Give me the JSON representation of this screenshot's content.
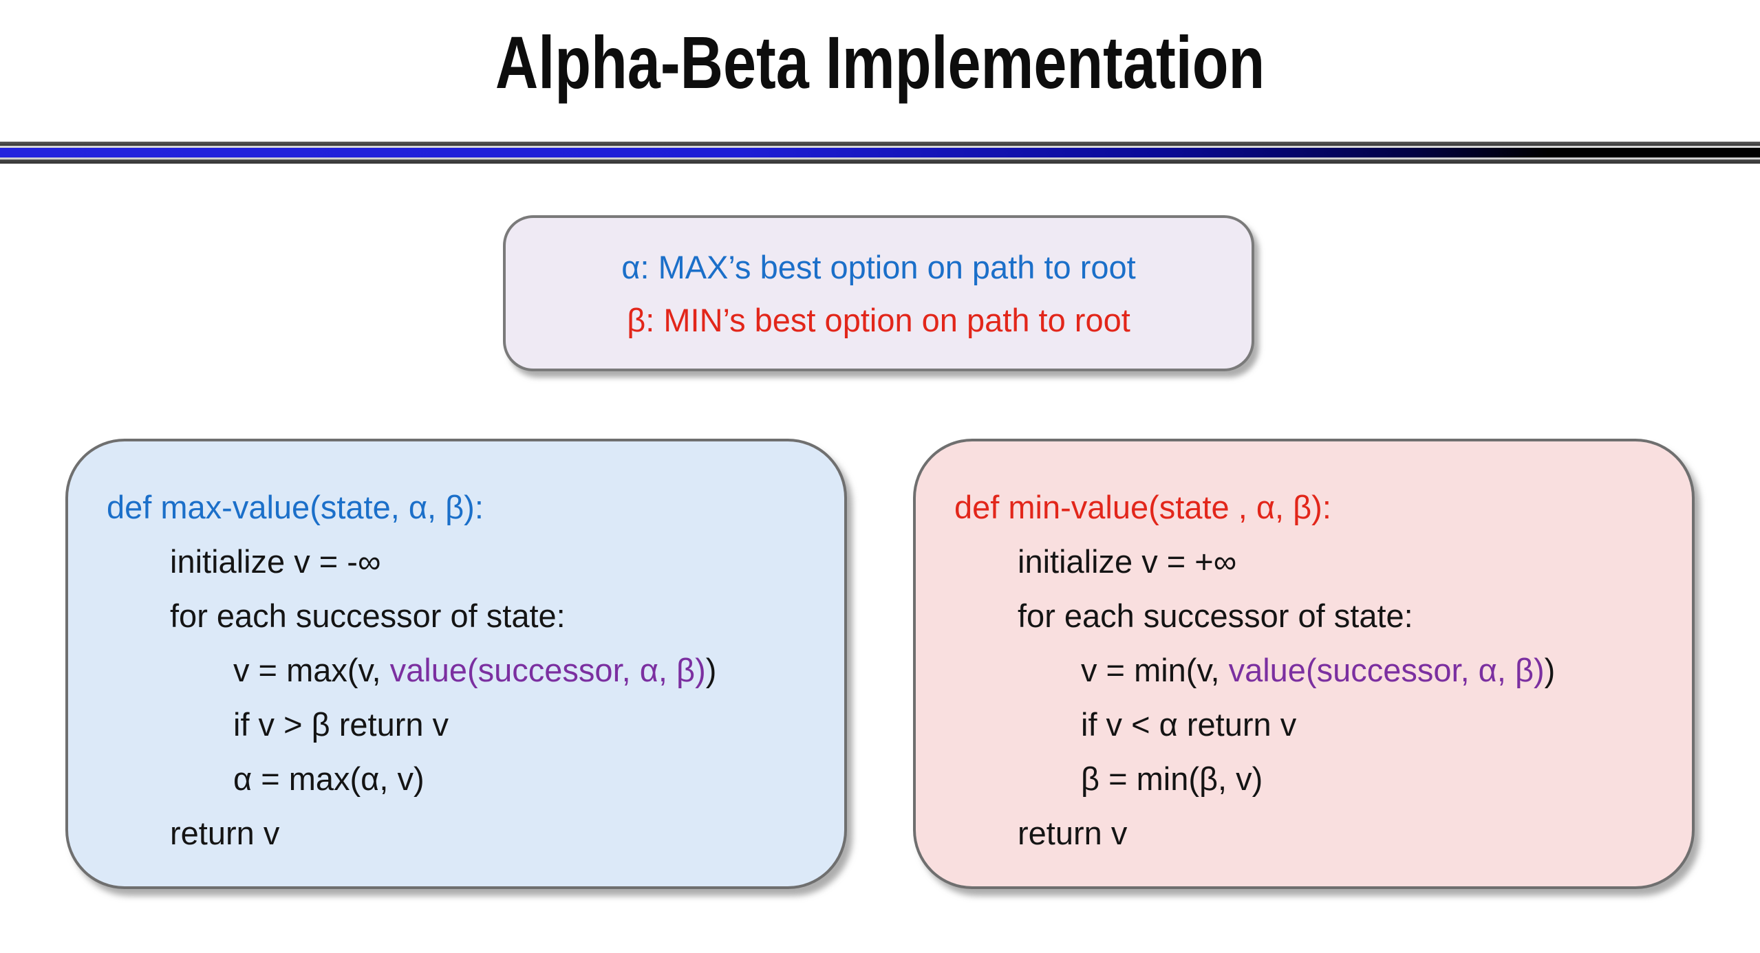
{
  "title": "Alpha-Beta Implementation",
  "colors": {
    "max_accent": "#1b6fc9",
    "min_accent": "#e2261a",
    "value_call_accent": "#7b2fa0",
    "divider_blue": "#2424de",
    "max_box_bg": "#dce9f8",
    "min_box_bg": "#f9dfdf",
    "info_box_bg": "#efeaf4"
  },
  "info_box": {
    "alpha_line": "α: MAX’s best option on path to root",
    "beta_line": "β: MIN’s best option on path to root"
  },
  "max_box": {
    "def_line": "def max-value(state, α, β):",
    "l1": "initialize v = -∞",
    "l2": "for each successor of state:",
    "l3_pre": "v = max(v, ",
    "l3_mid": "value(successor, α, β)",
    "l3_post": ")",
    "l4": "if v > β return v",
    "l5": "α = max(α, v)",
    "l6": "return v"
  },
  "min_box": {
    "def_line": "def min-value(state , α, β):",
    "l1": "initialize v = +∞",
    "l2": "for each successor of state:",
    "l3_pre": "v = min(v, ",
    "l3_mid": "value(successor, α, β)",
    "l3_post": ")",
    "l4": "if v < α return v",
    "l5": "β = min(β, v)",
    "l6": "return v"
  }
}
